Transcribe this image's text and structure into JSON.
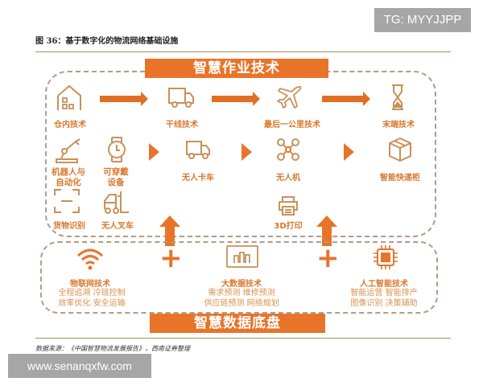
{
  "watermarks": {
    "top_right": "TG: MYYJJPP",
    "bottom_left": "www.senanqxfw.com"
  },
  "figure": {
    "title": "图 36：基于数字化的物流网络基础设施",
    "source": "数据来源：《中国智慧物流发展报告》，西南证券整理"
  },
  "top_section": {
    "banner": "智慧作业技术",
    "row1": [
      {
        "label": "仓内技术",
        "icon": "warehouse-icon"
      },
      {
        "label": "干线技术",
        "icon": "truck-icon"
      },
      {
        "label": "最后一公里技术",
        "icon": "airplane-icon"
      },
      {
        "label": "末端技术",
        "icon": "hourglass-icon"
      }
    ],
    "warehouse_items": [
      {
        "label": "机器人与\n自动化",
        "line1": "机器人与",
        "line2": "自动化",
        "icon": "robot-arm-icon"
      },
      {
        "label": "可穿戴\n设备",
        "line1": "可穿戴",
        "line2": "设备",
        "icon": "watch-icon"
      },
      {
        "label": "货物识别",
        "icon": "scan-icon"
      },
      {
        "label": "无人叉车",
        "icon": "forklift-icon"
      }
    ],
    "row2": [
      {
        "label": "无人卡车",
        "icon": "truck-icon"
      },
      {
        "label": "无人机",
        "icon": "drone-icon"
      },
      {
        "label": "智能快递柜",
        "icon": "parcel-box-icon"
      }
    ],
    "printing": {
      "label": "3D打印",
      "icon": "printer-icon"
    }
  },
  "bottom_section": {
    "banner": "智慧数据底盘",
    "technologies": [
      {
        "title": "物联网技术",
        "line1": "全程追溯 冷链控制",
        "line2": "效率优化 安全运输",
        "icon": "wifi-icon"
      },
      {
        "title": "大数据技术",
        "line1": "需求预测 维修预测",
        "line2": "供应链预测 网络规划",
        "icon": "bar-chart-icon"
      },
      {
        "title": "人工智能技术",
        "line1": "智能运营 智能排产",
        "line2": "图像识别 决策辅助",
        "icon": "chip-icon"
      }
    ]
  },
  "colors": {
    "accent": "#e8742a",
    "label": "#d9782e",
    "icon_stroke": "#c8915a",
    "dash": "#b59a86"
  }
}
